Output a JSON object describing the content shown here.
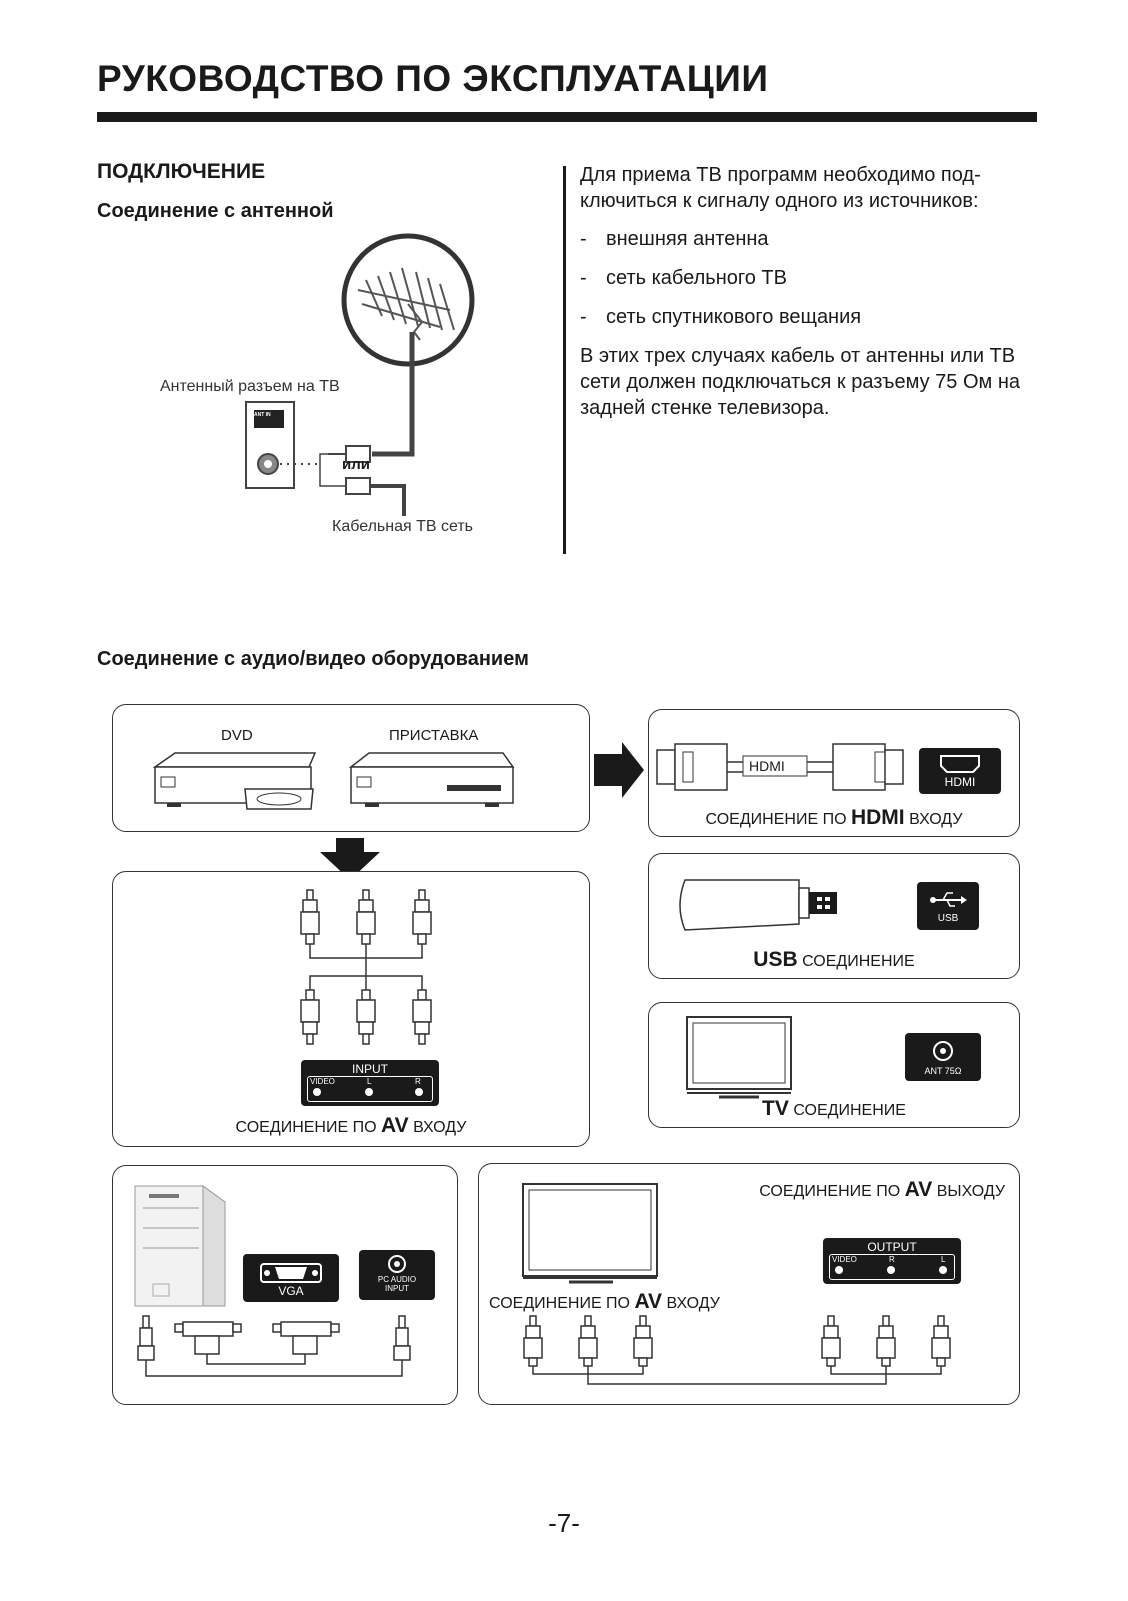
{
  "header": {
    "title": "РУКОВОДСТВО ПО ЭКСПЛУАТАЦИИ"
  },
  "connection": {
    "heading": "ПОДКЛЮЧЕНИЕ",
    "antenna_subheading": "Соединение с антенной",
    "antenna_figure": {
      "socket_label": "Антенный разъем на ТВ",
      "ant_in_label": "ANT IN",
      "or_label": "или",
      "cable_label": "Кабельная ТВ сеть"
    },
    "intro": "Для приема ТВ программ необходимо под-ключиться к сигналу одного из источников:",
    "sources": [
      {
        "dash": "-",
        "text": "внешняя антенна"
      },
      {
        "dash": "-",
        "text": "сеть кабельного ТВ"
      },
      {
        "dash": "-",
        "text": "сеть спутникового вещания"
      }
    ],
    "note": "В этих трех случаях кабель от антенны или ТВ сети должен подключаться к разъему 75 Ом на задней стенке телевизора."
  },
  "av_section": {
    "heading": "Соединение с аудио/видео оборудованием",
    "devices": {
      "dvd": "DVD",
      "stb": "ПРИСТАВКА"
    },
    "hdmi": {
      "cable_label": "HDMI",
      "port_label": "HDMI",
      "cap_pre": "СОЕДИНЕНИЕ ПО",
      "cap_bold": "HDMI",
      "cap_post": "ВХОДУ"
    },
    "usb": {
      "port_label": "USB",
      "cap_bold": "USB",
      "cap_post": "СОЕДИНЕНИЕ"
    },
    "tv": {
      "port_label": "ANT 75Ω",
      "cap_bold": "TV",
      "cap_post": "СОЕДИНЕНИЕ"
    },
    "av_in": {
      "panel_title": "INPUT",
      "jacks": [
        "VIDEO",
        "L",
        "R"
      ],
      "cap_pre": "СОЕДИНЕНИЕ ПО",
      "cap_bold": "AV",
      "cap_post": "ВХОДУ"
    },
    "pc": {
      "vga_label": "VGA",
      "audio_label_1": "PC AUDIO",
      "audio_label_2": "INPUT"
    },
    "av_out": {
      "cap_pre": "СОЕДИНЕНИЕ ПО",
      "cap_bold": "AV",
      "cap_post": "ВЫХОДУ",
      "panel_title": "OUTPUT",
      "jacks": [
        "VIDEO",
        "R",
        "L"
      ],
      "tv_cap_pre": "СОЕДИНЕНИЕ ПО",
      "tv_cap_bold": "AV",
      "tv_cap_post": "ВХОДУ"
    }
  },
  "footer": {
    "page_number": "-7-"
  }
}
